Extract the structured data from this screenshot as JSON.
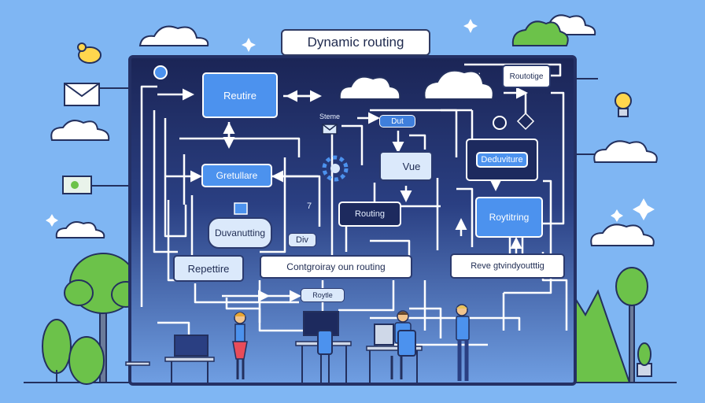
{
  "title": "Dynamic routing",
  "nodes": {
    "routire": "Reutire",
    "routotige": "Routotige",
    "steme": "Steme",
    "dut": "Dut",
    "vue": "Vue",
    "deduviture": "Deduviture",
    "gretullare": "Gretullare",
    "routing": "Routing",
    "roytitring": "Roytitring",
    "duvanutting": "Duvanutting",
    "div": "Div",
    "repetitre": "Repettire",
    "contgroiray": "Contgroiray oun routing",
    "reve": "Reve gtvindyoutttig",
    "roytle": "Roytle",
    "seven": "7"
  },
  "colors": {
    "sky": "#7fb6f3",
    "board_dark": "#1b2556",
    "node_blue": "#4c92ee",
    "tree_green": "#6cc24a",
    "line": "#ffffff"
  }
}
